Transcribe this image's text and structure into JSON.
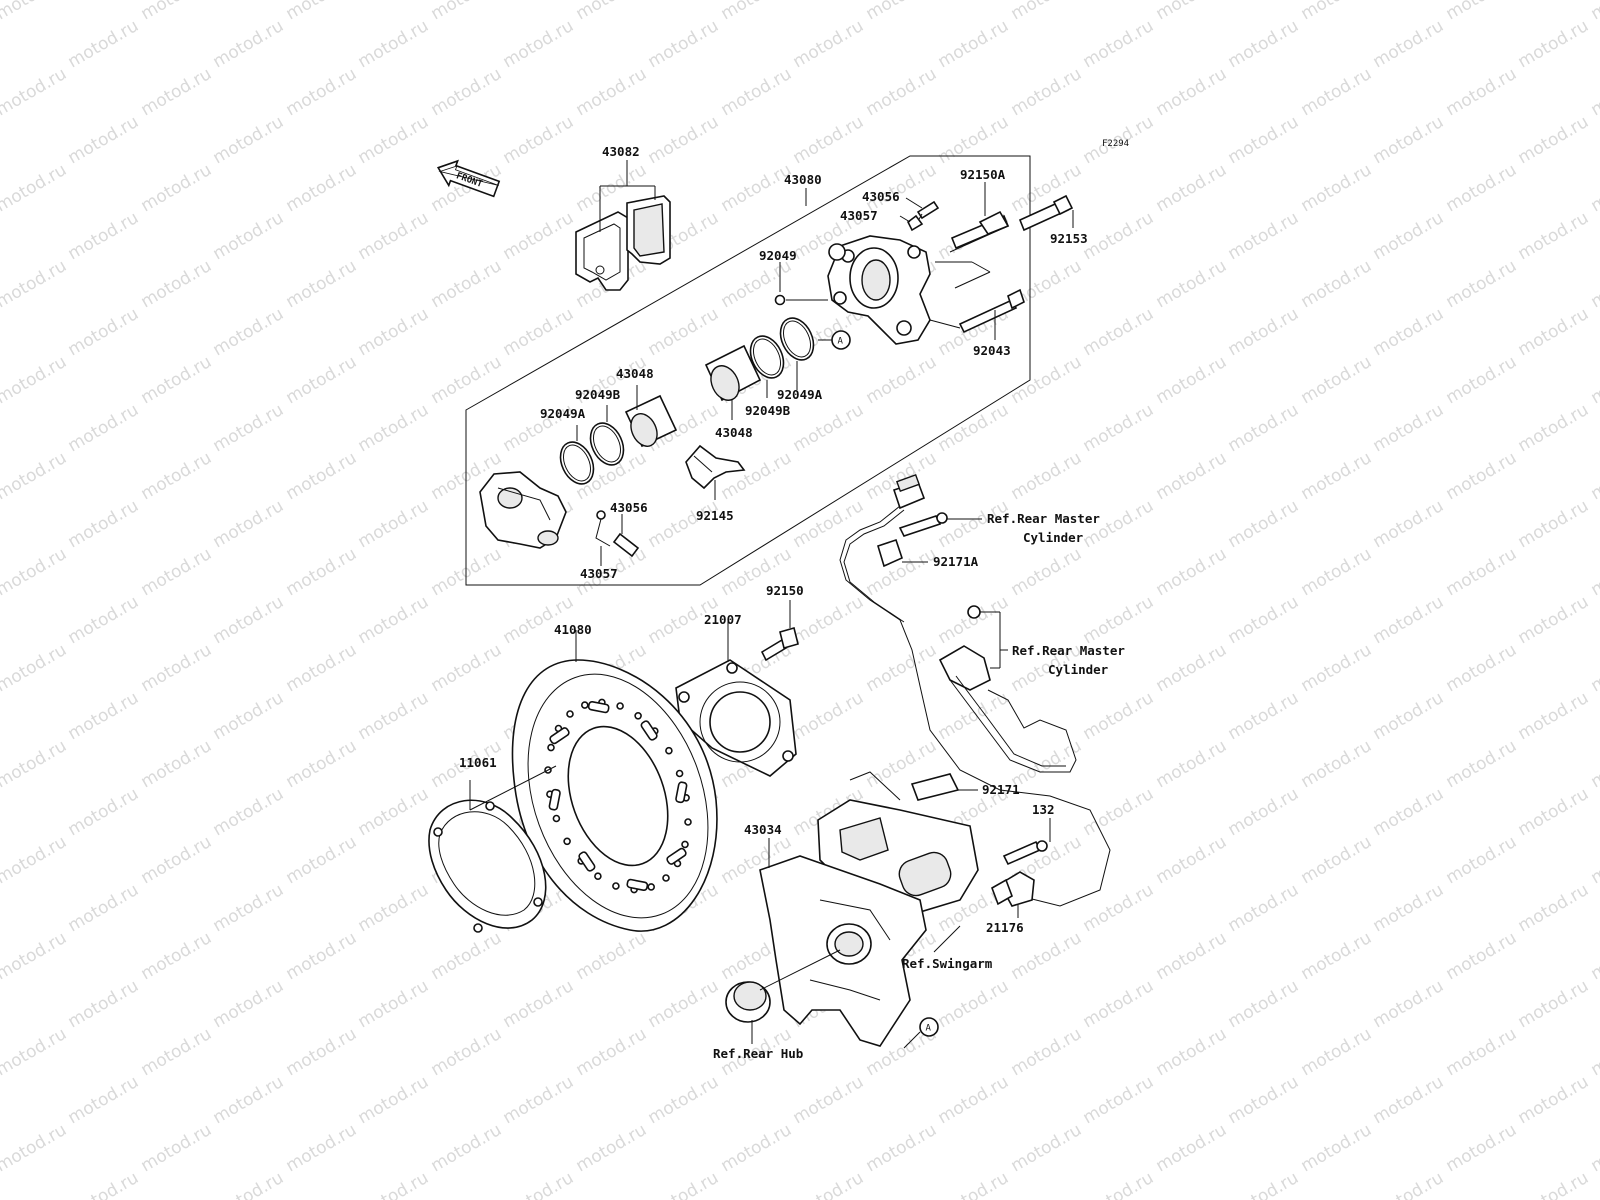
{
  "diagram_code": "F2294",
  "front_label": "FRONT",
  "reference_circle": "A",
  "watermark": "motod.ru",
  "labels": {
    "p43082": "43082",
    "p43080": "43080",
    "p43056_top": "43056",
    "p43057_top": "43057",
    "p92150A": "92150A",
    "p92153": "92153",
    "p92049": "92049",
    "p92043": "92043",
    "p43048_top": "43048",
    "p92049B_left": "92049B",
    "p92049A_left": "92049A",
    "p43048_mid": "43048",
    "p92049B_mid": "92049B",
    "p92049A_mid": "92049A",
    "p43056_bot": "43056",
    "p92145": "92145",
    "p43057_bot": "43057",
    "p92150": "92150",
    "p21007": "21007",
    "p41080": "41080",
    "p11061": "11061",
    "p43034": "43034",
    "p92171A": "92171A",
    "p92171": "92171",
    "p132": "132",
    "p21176": "21176"
  },
  "references": {
    "rear_master_1_line1": "Ref.Rear Master",
    "rear_master_1_line2": "Cylinder",
    "rear_master_2_line1": "Ref.Rear Master",
    "rear_master_2_line2": "Cylinder",
    "swingarm": "Ref.Swingarm",
    "rear_hub": "Ref.Rear Hub"
  }
}
